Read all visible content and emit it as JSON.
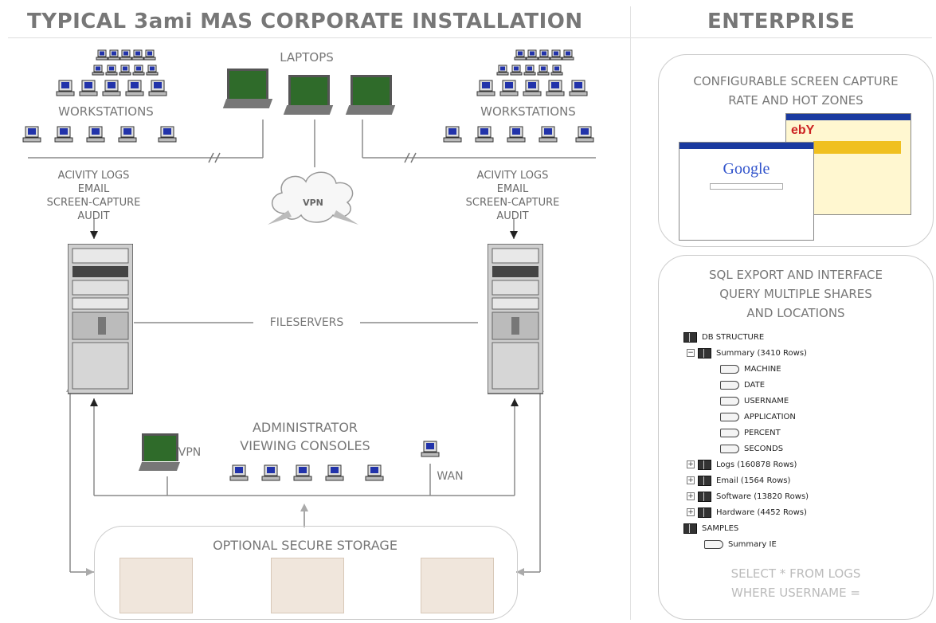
{
  "header": {
    "left_title": "TYPICAL 3ami MAS CORPORATE INSTALLATION",
    "right_title": "ENTERPRISE"
  },
  "labels": {
    "laptops": "LAPTOPS",
    "workstations_left": "WORKSTATIONS",
    "workstations_right": "WORKSTATIONS",
    "vpn_cloud": "VPN",
    "fileservers": "FILESERVERS",
    "admin_line1": "ADMINISTRATOR",
    "admin_line2": "VIEWING CONSOLES",
    "vpn_admin": "VPN",
    "wan": "WAN",
    "storage": "OPTIONAL SECURE STORAGE",
    "left_activity": [
      "ACIVITY LOGS",
      "EMAIL",
      "SCREEN-CAPTURE",
      "AUDIT"
    ],
    "right_activity": [
      "ACIVITY LOGS",
      "EMAIL",
      "SCREEN-CAPTURE",
      "AUDIT"
    ]
  },
  "panel_capture": {
    "line1": "CONFIGURABLE SCREEN CAPTURE",
    "line2": "RATE AND HOT ZONES",
    "google_logo": "Google",
    "ebay_logo": "ebY"
  },
  "panel_sql": {
    "line1": "SQL EXPORT AND INTERFACE",
    "line2": "QUERY MULTIPLE SHARES",
    "line3": "AND LOCATIONS",
    "tree": {
      "root": "DB STRUCTURE",
      "summary": "Summary (3410 Rows)",
      "fields": [
        "MACHINE",
        "DATE",
        "USERNAME",
        "APPLICATION",
        "PERCENT",
        "SECONDS"
      ],
      "tables": [
        "Logs (160878 Rows)",
        "Email (1564 Rows)",
        "Software (13820 Rows)",
        "Hardware (4452 Rows)"
      ],
      "samples": "SAMPLES",
      "sample_item": "Summary IE"
    },
    "query_line1": "SELECT * FROM LOGS",
    "query_line2": "WHERE USERNAME ="
  },
  "colors": {
    "line": "#8a8a8a",
    "panel_border": "#cccccc",
    "monitor_screen": "#2233aa",
    "header_text": "#777777"
  }
}
